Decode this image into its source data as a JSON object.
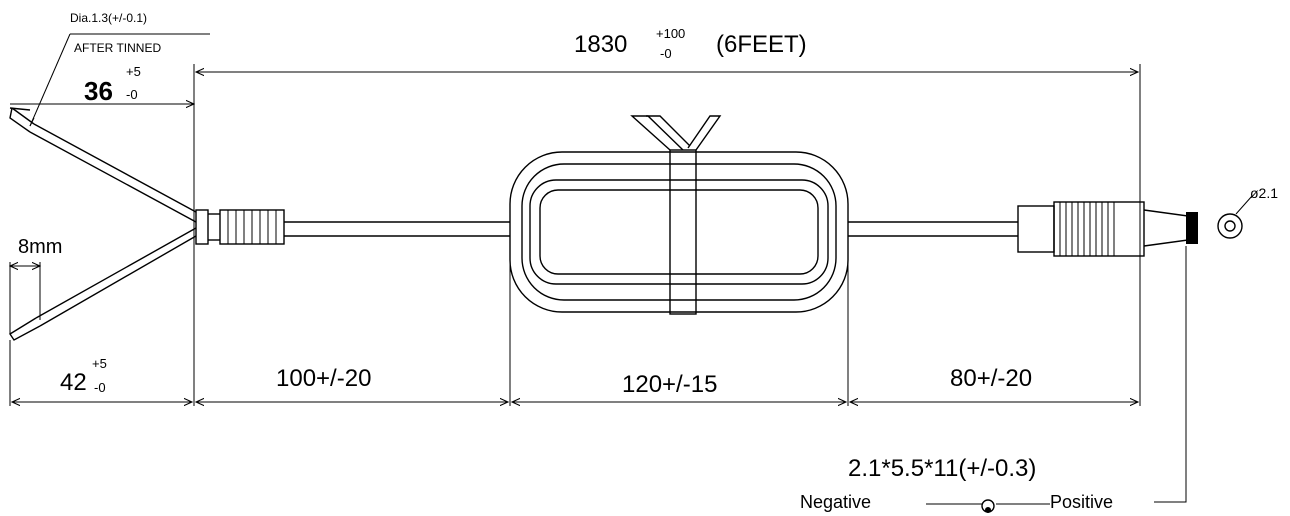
{
  "wire": {
    "diameter_note": "Dia.1.3(+/-0.1)",
    "tinned_note": "AFTER TINNED",
    "strip_length": "36",
    "strip_tol_plus": "+5",
    "strip_tol_minus": "-0",
    "split_gap": "8mm",
    "split_length": "42",
    "split_tol_plus": "+5",
    "split_tol_minus": "-0"
  },
  "overall": {
    "length": "1830",
    "tol_plus": "+100",
    "tol_minus": "-0",
    "feet": "(6FEET)"
  },
  "segments": {
    "first": "100+/-20",
    "ferrite": "120+/-15",
    "last": "80+/-20"
  },
  "connector": {
    "tip_diameter": "ø2.1",
    "spec": "2.1*5.5*11(+/-0.3)",
    "negative_label": "Negative",
    "positive_label": "Positive"
  }
}
